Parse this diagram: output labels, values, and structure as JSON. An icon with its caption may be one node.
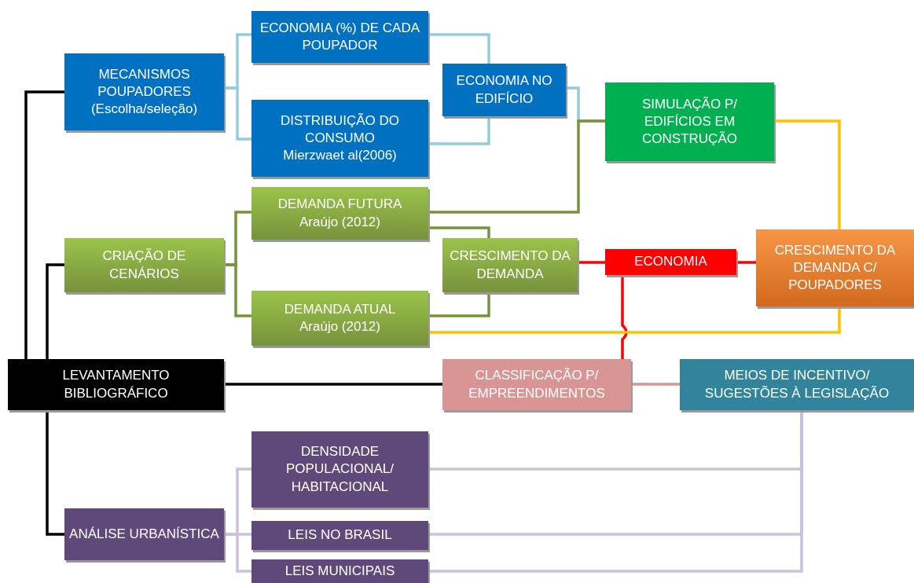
{
  "diagram": {
    "nodes": [
      {
        "text": [
          "MECANISMOS POUPADORES",
          "(Escolha/seleção)"
        ]
      },
      {
        "text": [
          "ECONOMIA (%) DE CADA POUPADOR"
        ]
      },
      {
        "text": [
          "DISTRIBUIÇÃO DO CONSUMO",
          "Mierzwaet al(2006)"
        ]
      },
      {
        "text": [
          "ECONOMIA NO EDIFÍCIO"
        ]
      },
      {
        "text": [
          "SIMULAÇÃO P/ EDIFÍCIOS EM CONSTRUÇÃO"
        ]
      },
      {
        "text": [
          "DEMANDA FUTURA",
          "Araújo (2012)"
        ]
      },
      {
        "text": [
          "CRIAÇÃO DE CENÁRIOS"
        ]
      },
      {
        "text": [
          "CRESCIMENTO DA DEMANDA"
        ]
      },
      {
        "text": [
          "ECONOMIA"
        ]
      },
      {
        "text": [
          "CRESCIMENTO DA DEMANDA C/ POUPADORES"
        ]
      },
      {
        "text": [
          "DEMANDA ATUAL",
          "Araújo (2012)"
        ]
      },
      {
        "text": [
          "LEVANTAMENTO BIBLIOGRÁFICO"
        ]
      },
      {
        "text": [
          "CLASSIFICAÇÃO P/ EMPREENDIMENTOS"
        ]
      },
      {
        "text": [
          "MEIOS DE INCENTIVO/ SUGESTÕES À LEGISLAÇÃO"
        ]
      },
      {
        "text": [
          "DENSIDADE POPULACIONAL/ HABITACIONAL"
        ]
      },
      {
        "text": [
          "ANÁLISE URBANÍSTICA"
        ]
      },
      {
        "text": [
          "LEIS NO BRASIL"
        ]
      },
      {
        "text": [
          "LEIS MUNICIPAIS"
        ]
      }
    ],
    "edges": [
      {
        "from": 11,
        "to": 0,
        "arrow": "none",
        "color": "#000000"
      },
      {
        "from": 11,
        "to": 6,
        "arrow": "none",
        "color": "#000000"
      },
      {
        "from": 11,
        "to": 15,
        "arrow": "none",
        "color": "#000000"
      },
      {
        "from": 11,
        "to": 12,
        "arrow": "none",
        "color": "#000000"
      },
      {
        "from": 0,
        "to": 1,
        "arrow": "none",
        "color": "#92cddc"
      },
      {
        "from": 0,
        "to": 2,
        "arrow": "none",
        "color": "#92cddc"
      },
      {
        "from": 1,
        "to": 3,
        "arrow": "none",
        "color": "#92cddc"
      },
      {
        "from": 2,
        "to": 3,
        "arrow": "none",
        "color": "#92cddc"
      },
      {
        "from": 3,
        "to": 4,
        "arrow": "none",
        "color": "#92cddc"
      },
      {
        "from": 6,
        "to": 5,
        "arrow": "none",
        "color": "#77933c"
      },
      {
        "from": 6,
        "to": 10,
        "arrow": "none",
        "color": "#77933c"
      },
      {
        "from": 5,
        "to": 7,
        "arrow": "none",
        "color": "#77933c"
      },
      {
        "from": 10,
        "to": 7,
        "arrow": "none",
        "color": "#77933c"
      },
      {
        "from": 5,
        "to": 4,
        "arrow": "none",
        "color": "#77933c"
      },
      {
        "from": 7,
        "to": 8,
        "arrow": "none",
        "color": "#ff0000"
      },
      {
        "from": 8,
        "to": 9,
        "arrow": "none",
        "color": "#ff0000"
      },
      {
        "from": 8,
        "to": 12,
        "arrow": "none",
        "color": "#ff0000"
      },
      {
        "from": 4,
        "to": 9,
        "arrow": "none",
        "color": "#ffc000"
      },
      {
        "from": 9,
        "to": 10,
        "arrow": "none",
        "color": "#ffc000"
      },
      {
        "from": 12,
        "to": 13,
        "arrow": "none",
        "color": "#d99594"
      },
      {
        "from": 15,
        "to": 14,
        "arrow": "none",
        "color": "#ccc0da"
      },
      {
        "from": 15,
        "to": 16,
        "arrow": "none",
        "color": "#ccc0da"
      },
      {
        "from": 15,
        "to": 17,
        "arrow": "none",
        "color": "#ccc0da"
      },
      {
        "from": 14,
        "to": 13,
        "arrow": "none",
        "color": "#ccc0da"
      },
      {
        "from": 16,
        "to": 13,
        "arrow": "none",
        "color": "#ccc0da"
      },
      {
        "from": 17,
        "to": 13,
        "arrow": "none",
        "color": "#ccc0da"
      }
    ]
  }
}
